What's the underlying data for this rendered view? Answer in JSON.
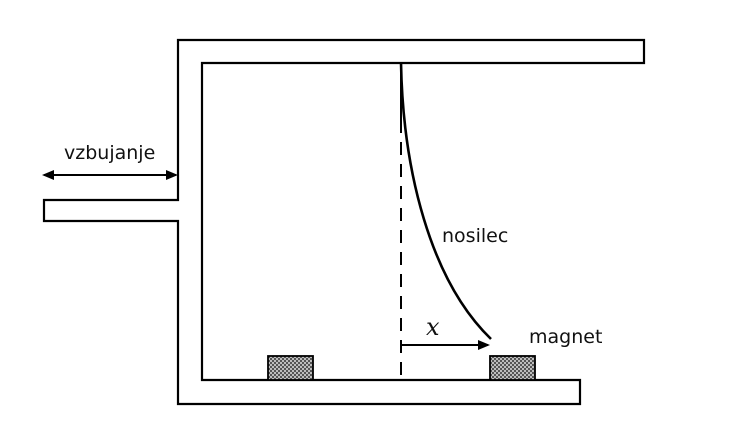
{
  "labels": {
    "excitation": "vzbujanje",
    "beam": "nosilec",
    "displacement": "x",
    "magnet": "magnet"
  },
  "colors": {
    "line": "#000000",
    "background": "#ffffff",
    "magnet_fill": "#9a9a9a"
  }
}
